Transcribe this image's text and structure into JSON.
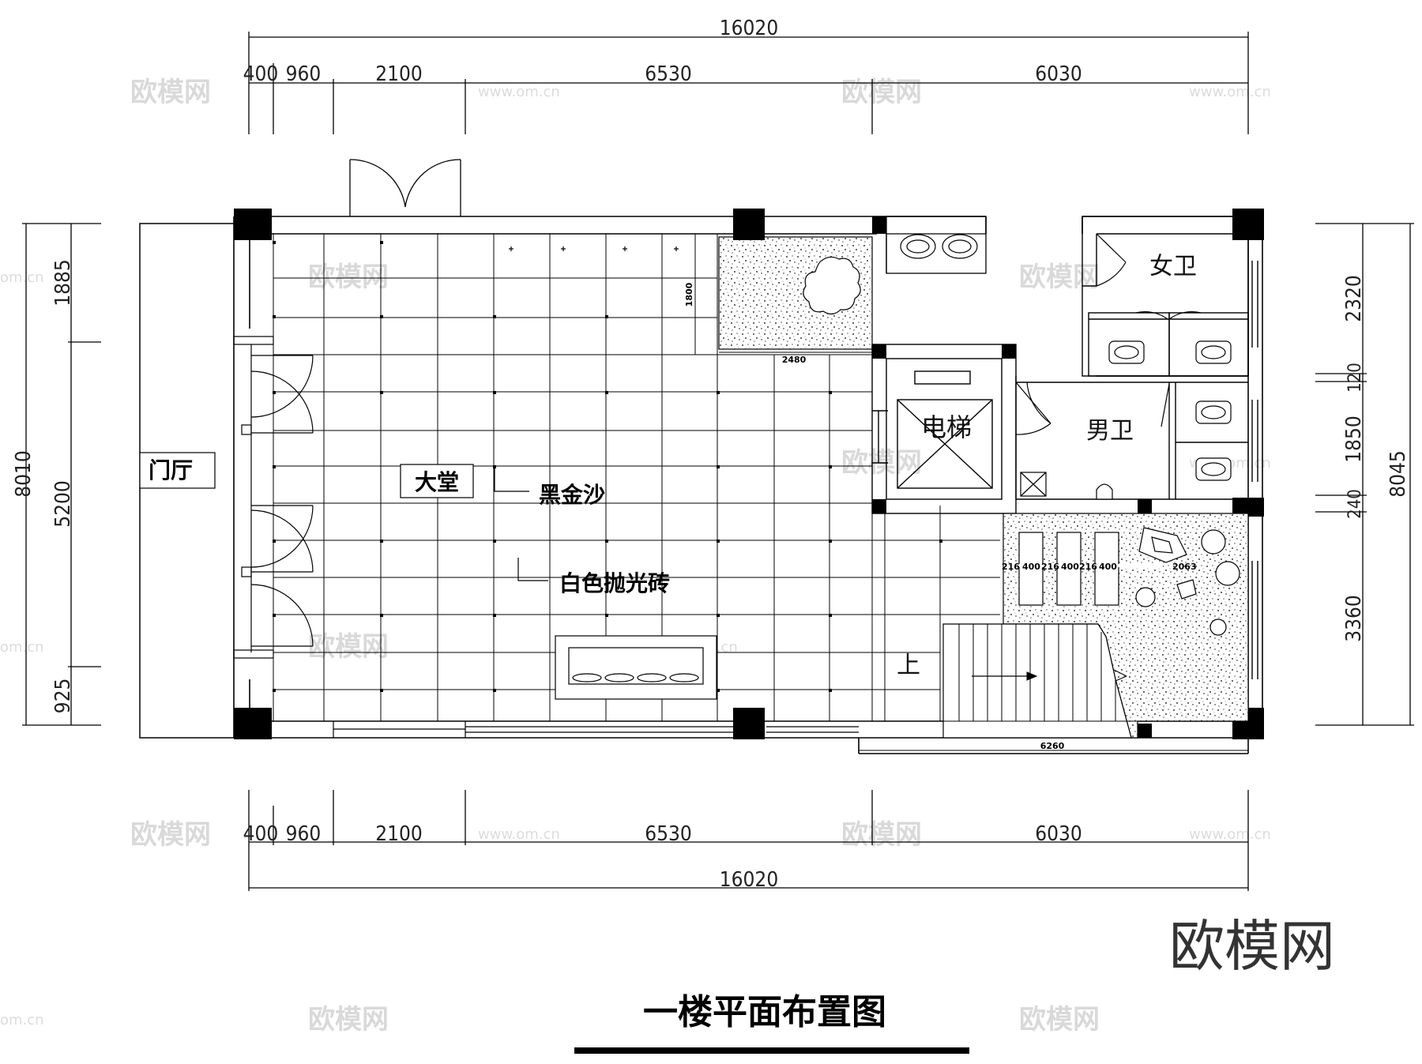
{
  "title": "一楼平面布置图",
  "logo": "欧模网",
  "watermark": {
    "brand": "欧模网",
    "url": "www.om.cn",
    "fragment": "om.cn"
  },
  "dimensions": {
    "top_total": "16020",
    "top_segments": [
      "400",
      "960",
      "2100",
      "6530",
      "6030"
    ],
    "bottom_segments": [
      "400",
      "960",
      "2100",
      "6530",
      "6030"
    ],
    "bottom_total": "16020",
    "left_total": "8010",
    "left_segments": [
      "1885",
      "5200",
      "925"
    ],
    "right_total": "8045",
    "right_segments": [
      "2320",
      "120",
      "1850",
      "240",
      "3360"
    ],
    "inner": {
      "d1800": "1800",
      "d2480": "2480",
      "stall_216_a": "216",
      "stall_400_a": "400",
      "stall_216_b": "216",
      "stall_400_b": "400",
      "stall_216_c": "216",
      "stall_400_c": "400",
      "d2063": "2063",
      "d6260": "6260"
    }
  },
  "rooms": {
    "foyer": "门厅",
    "lobby": "大堂",
    "black_gold_sand": "黑金沙",
    "white_polished_tile": "白色抛光砖",
    "elevator": "电梯",
    "womens_wc": "女卫",
    "mens_wc": "男卫",
    "stair_up": "上"
  }
}
